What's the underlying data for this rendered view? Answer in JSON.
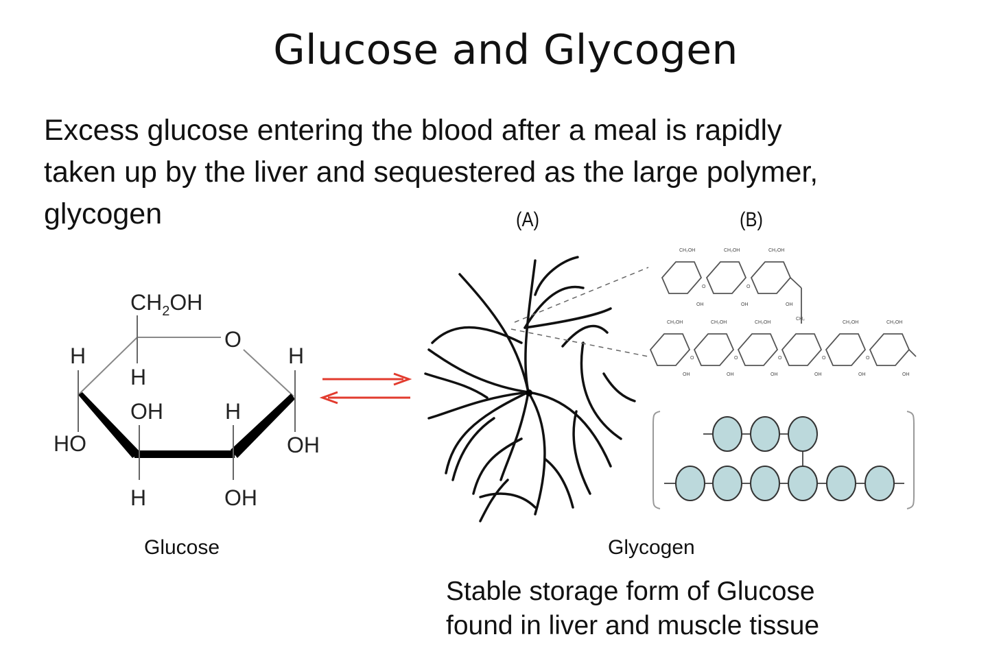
{
  "slide": {
    "title": "Glucose and Glycogen",
    "intro_line1": "Excess glucose entering the blood after a meal is rapidly",
    "intro_line2": "taken up by the liver and sequestered as the large polymer,",
    "intro_line3": "glycogen"
  },
  "glucose": {
    "label": "Glucose",
    "atoms": {
      "ch2oh": "CH",
      "ch2oh_sub": "2",
      "ch2oh_tail": "OH",
      "ring_oxygen": "O",
      "h_c4": "H",
      "h_c5": "H",
      "h_c1": "H",
      "ho_c4": "HO",
      "oh_c3": "OH",
      "h_c2": "H",
      "oh_c1": "OH",
      "h_c3_bottom": "H",
      "oh_c2_bottom": "OH"
    }
  },
  "equilibrium": {
    "forward_color": "#e23b2e",
    "reverse_color": "#e23b2e"
  },
  "glycogen": {
    "label": "Glycogen",
    "panel_a": "(A)",
    "panel_b": "(B)",
    "sugar_unit_color": "#bcd9dc",
    "small_labels": {
      "ch2oh": "CH₂OH",
      "ch2": "CH₂",
      "oh": "OH",
      "o": "O"
    }
  },
  "caption": {
    "line1": "Stable storage form of Glucose",
    "line2": "found in liver and muscle tissue"
  }
}
